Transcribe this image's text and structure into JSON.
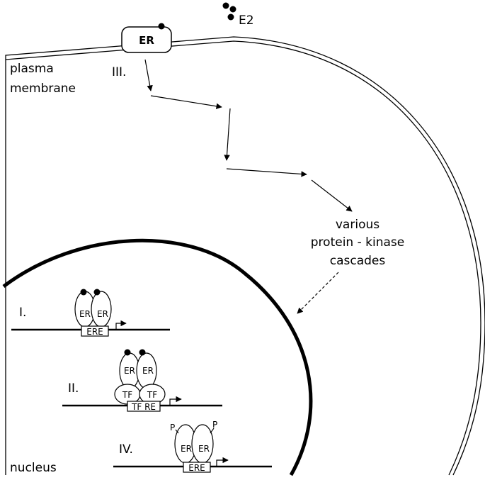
{
  "ligand": {
    "label": "E2"
  },
  "membrane": {
    "label_line1": "plasma",
    "label_line2": "membrane",
    "receptor_label": "ER"
  },
  "pathways": {
    "roman_1": "I.",
    "roman_2": "II.",
    "roman_3": "III.",
    "roman_4": "IV."
  },
  "cascade": {
    "line1": "various",
    "line2": "protein - kinase",
    "line3": "cascades"
  },
  "complexes": {
    "er": "ER",
    "tf": "TF",
    "ere": "ERE",
    "tfre": "TF RE",
    "phospho": "P"
  },
  "nucleus": {
    "label": "nucleus"
  },
  "colors": {
    "stroke": "#000000",
    "background": "#ffffff"
  }
}
